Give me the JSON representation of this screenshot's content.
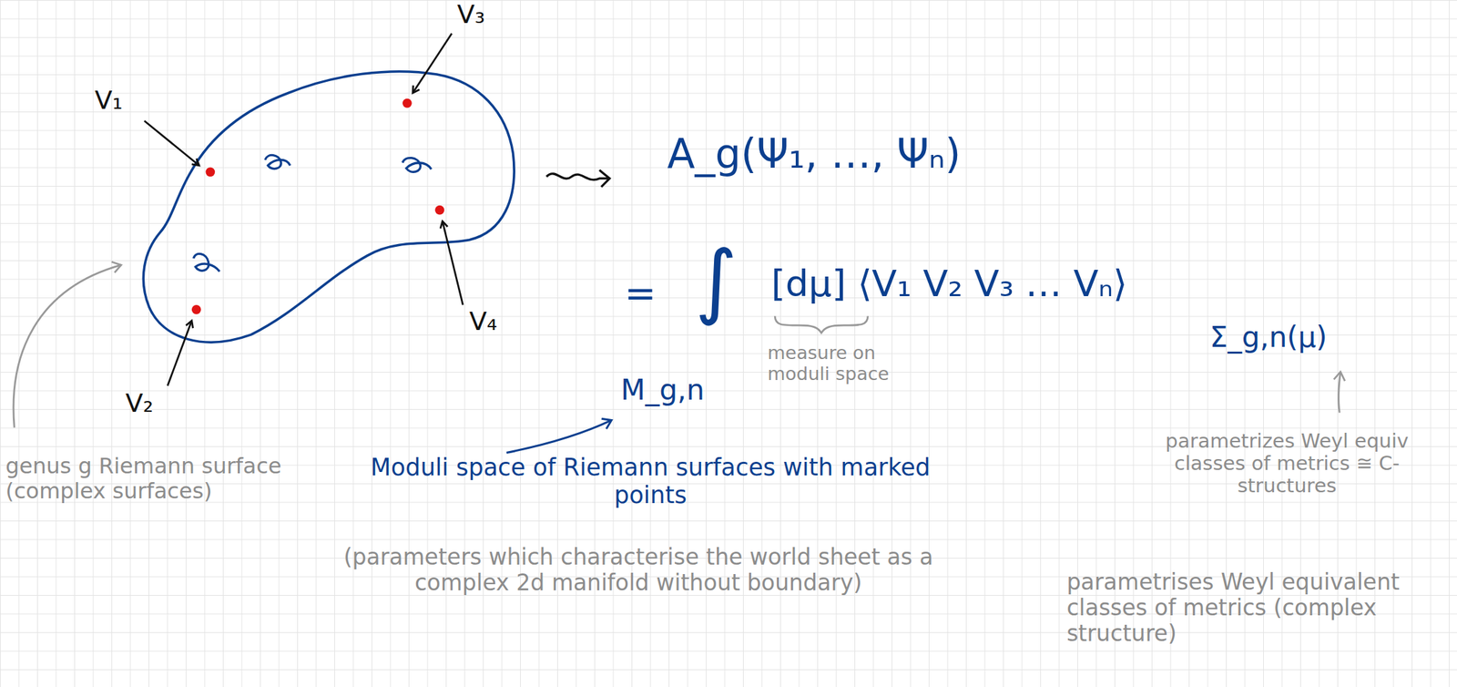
{
  "diagram": {
    "labels": [
      "V₁",
      "V₃",
      "V₄",
      "V₂",
      "genus g Riemann surface (complex surfaces)",
      "A_g(Ψ₁, …, Ψₙ)",
      "=",
      "∫",
      "[dμ] ⟨V₁ V₂ V₃ … Vₙ⟩",
      "M_g,n",
      "measure on moduli space",
      "Σ_g,n(μ)",
      "Moduli space of Riemann surfaces with marked points",
      "(parameters which characterise the world sheet as a complex 2d manifold without boundary)",
      "parametrizes Weyl equiv classes of metrics ≅ C-structures",
      "parametrises Weyl equivalent classes of metrics (complex structure)"
    ]
  }
}
